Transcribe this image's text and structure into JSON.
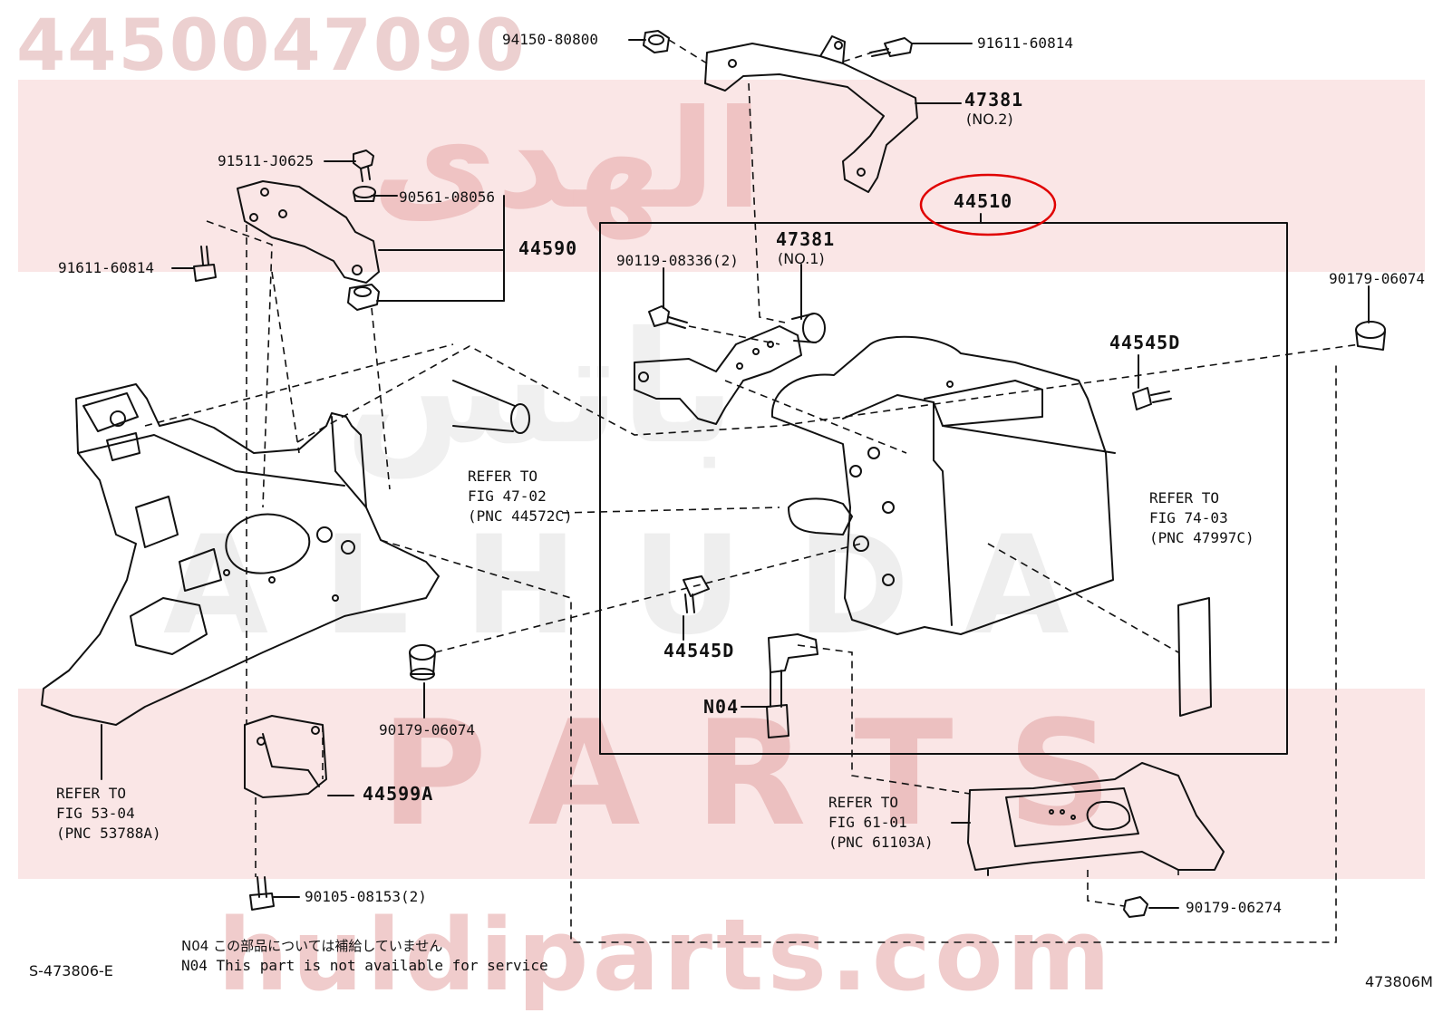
{
  "title_part_number": "4450047090",
  "watermark": {
    "arabic": "الهدى",
    "arabic2": "باتس",
    "latin1": "ALHUDA",
    "latin2": "PARTS",
    "site": "huldiparts.com"
  },
  "highlight_color": "#e00000",
  "labels": {
    "p94150": "94150-80800",
    "p91611_top": "91611-60814",
    "p47381_no2": "47381",
    "p47381_no2_sub": "(NO.2)",
    "p91511": "91511-J0625",
    "p90561": "90561-08056",
    "p44590": "44590",
    "p91611_left": "91611-60814",
    "p44510": "44510",
    "p47381_no1": "47381",
    "p47381_no1_sub": "(NO.1)",
    "p90119": "90119-08336(2)",
    "p90179_right": "90179-06074",
    "p44545d_right": "44545D",
    "ref47_1": "REFER TO",
    "ref47_2": "FIG 47-02",
    "ref47_3": "(PNC 44572C)",
    "ref74_1": "REFER TO",
    "ref74_2": "FIG 74-03",
    "ref74_3": "(PNC 47997C)",
    "p44545d_left": "44545D",
    "pN04": "N04",
    "p90179_mid": "90179-06074",
    "ref53_1": "REFER TO",
    "ref53_2": "FIG 53-04",
    "ref53_3": "(PNC 53788A)",
    "p44599a": "44599A",
    "ref61_1": "REFER TO",
    "ref61_2": "FIG 61-01",
    "ref61_3": "(PNC 61103A)",
    "p90105": "90105-08153(2)",
    "p90179_bottom": "90179-06274"
  },
  "notes": {
    "jp": "N04 この部品については補給していません",
    "en": "N04 This part is not available for service",
    "left_code": "S-473806-E",
    "right_code": "473806M"
  }
}
